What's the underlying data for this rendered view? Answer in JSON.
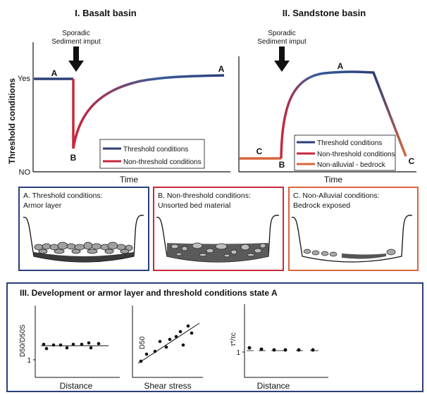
{
  "panels": {
    "basalt": {
      "title": "I. Basalt basin",
      "input_label": [
        "Sporadic",
        "Sediment imput"
      ],
      "y_axis_label": "Threshold conditions",
      "y_tick_yes": "Yes",
      "y_tick_no": "NO",
      "x_axis_label": "Time",
      "point_labels": {
        "a_start": "A",
        "b": "B",
        "a_end": "A"
      },
      "legend": [
        "Threshold conditions",
        "Non-threshold conditions"
      ]
    },
    "sandstone": {
      "title": "II. Sandstone basin",
      "input_label": [
        "Sporadic",
        "Sediment imput"
      ],
      "x_axis_label": "Time",
      "point_labels": {
        "c_start": "C",
        "b": "B",
        "a": "A",
        "c_end": "C"
      },
      "legend": [
        "Threshold conditions",
        "Non-threshold conditions",
        "Non-alluvial - bedrock"
      ]
    }
  },
  "cross_sections": [
    {
      "title": "A. Threshold conditions:",
      "subtitle": "Armor layer",
      "border_color": "#2c3e7a"
    },
    {
      "title": "B. Non-threshold conditions:",
      "subtitle": "Unsorted bed material",
      "border_color": "#c8283c"
    },
    {
      "title": "C. Non-Alluvial conditions:",
      "subtitle": "Bedrock exposed",
      "border_color": "#d9653d"
    }
  ],
  "section_iii": {
    "title": "III. Development or armor layer and threshold conditions state A",
    "plots": [
      {
        "y_label": "D50/D50S",
        "y_tick": "1",
        "x_label": "Distance"
      },
      {
        "y_label": "D50",
        "x_label": "Shear stress"
      },
      {
        "y_label": "τ*/τc",
        "y_tick": "1",
        "x_label": "Distance"
      }
    ]
  },
  "colors": {
    "threshold": "#2c3e7a",
    "non_threshold": "#c8283c",
    "bedrock": "#d9653d"
  }
}
